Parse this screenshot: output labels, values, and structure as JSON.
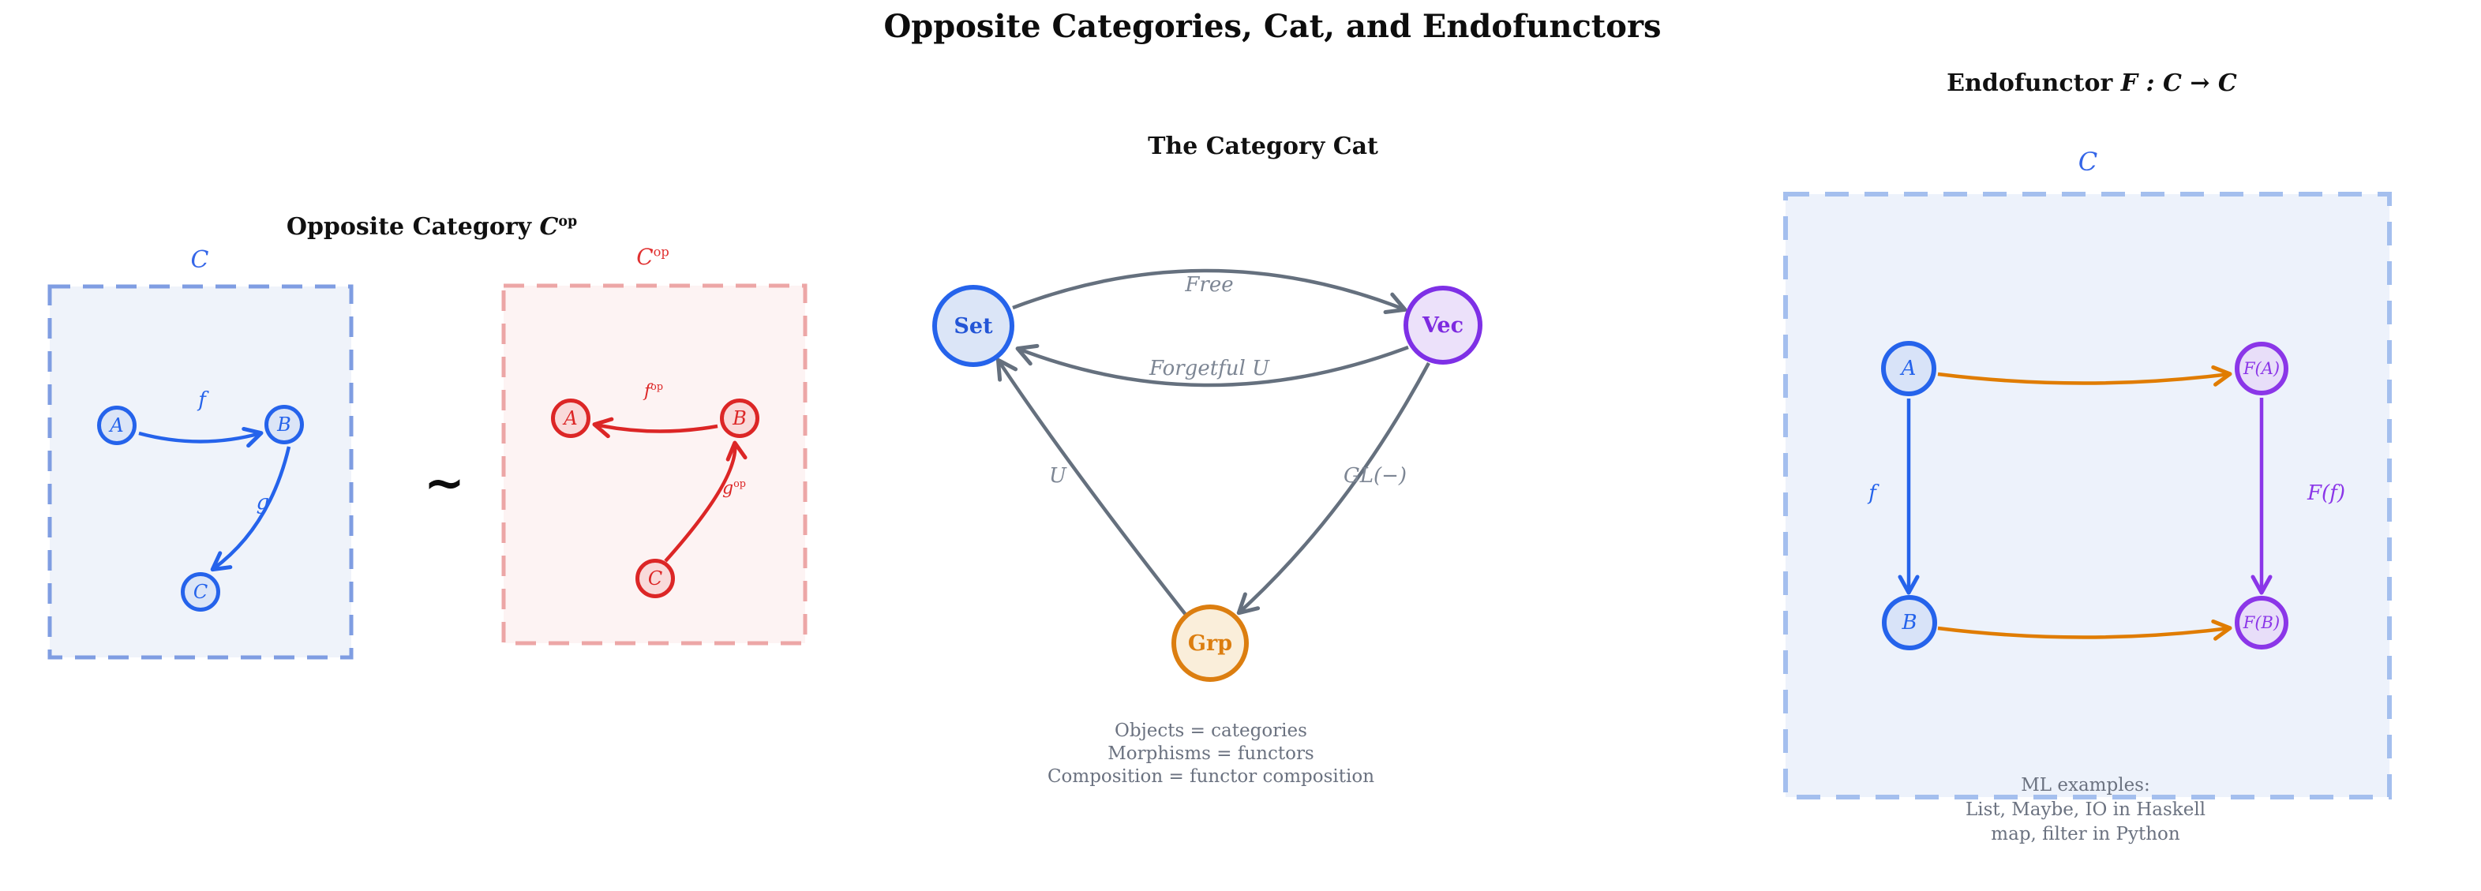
{
  "title": "Opposite Categories, Cat, and Endofunctors",
  "left": {
    "heading": {
      "bold": "Opposite Category",
      "math": "C",
      "sup": "op"
    },
    "similarity": "∼",
    "c_box": {
      "label": "C",
      "nodes": {
        "A": "A",
        "B": "B",
        "C": "C"
      },
      "arrows": {
        "f": "f",
        "g": "g"
      }
    },
    "cop_box": {
      "label": "C",
      "label_sup": "op",
      "nodes": {
        "A": "A",
        "B": "B",
        "C": "C"
      },
      "arrows": {
        "f": "f",
        "f_sup": "op",
        "g": "g",
        "g_sup": "op"
      }
    }
  },
  "middle": {
    "heading": {
      "bold": "The Category",
      "cat": "Cat"
    },
    "nodes": {
      "set": "Set",
      "vec": "Vec",
      "grp": "Grp"
    },
    "arrows": {
      "free": "Free",
      "forgetful": "Forgetful U",
      "u": "U",
      "gl": "GL(−)"
    },
    "captions": [
      "Objects = categories",
      "Morphisms = functors",
      "Composition = functor composition"
    ]
  },
  "right": {
    "heading": {
      "bold": "Endofunctor",
      "math": "F : C → C"
    },
    "box_label": "C",
    "nodes": {
      "a": "A",
      "b": "B",
      "fa": "F(A)",
      "fb": "F(B)"
    },
    "arrows": {
      "f": "f",
      "ff": "F(f)"
    },
    "captions": [
      "ML examples:",
      "List, Maybe, IO in Haskell",
      "map, filter in Python"
    ]
  },
  "edges": [
    {
      "from": "A",
      "to": "B",
      "label": "f",
      "category": "C"
    },
    {
      "from": "B",
      "to": "C",
      "label": "g",
      "category": "C"
    },
    {
      "from": "B",
      "to": "A",
      "label": "f^op",
      "category": "C^op"
    },
    {
      "from": "C",
      "to": "B",
      "label": "g^op",
      "category": "C^op"
    },
    {
      "from": "Set",
      "to": "Vec",
      "label": "Free",
      "category": "Cat"
    },
    {
      "from": "Vec",
      "to": "Set",
      "label": "Forgetful U",
      "category": "Cat"
    },
    {
      "from": "Grp",
      "to": "Set",
      "label": "U",
      "category": "Cat"
    },
    {
      "from": "Vec",
      "to": "Grp",
      "label": "GL(−)",
      "category": "Cat"
    },
    {
      "from": "A",
      "to": "F(A)",
      "label": "",
      "category": "endofunctor"
    },
    {
      "from": "B",
      "to": "F(B)",
      "label": "",
      "category": "endofunctor"
    },
    {
      "from": "A",
      "to": "B",
      "label": "f",
      "category": "endofunctor"
    },
    {
      "from": "F(A)",
      "to": "F(B)",
      "label": "F(f)",
      "category": "endofunctor"
    }
  ],
  "colors": {
    "blue": "#2563eb",
    "blue_fill": "#dbe5f7",
    "blue_box_fill": "#eff3fa",
    "blue_box_border": "#7f9de2",
    "red": "#dc2626",
    "red_fill": "#f9dada",
    "red_box_fill": "#fdf3f3",
    "red_box_border": "#eca6a6",
    "purple": "#7e30e6",
    "purple_fill": "#ece1fa",
    "orange_node": "#dc7e10",
    "orange_fill": "#faeeda",
    "orange_arrow": "#e07c00",
    "gray_arrow": "#65707e",
    "caption_gray": "#6b7280",
    "right_box_border": "#a4bfee",
    "right_box_fill": "#edf2fb"
  }
}
